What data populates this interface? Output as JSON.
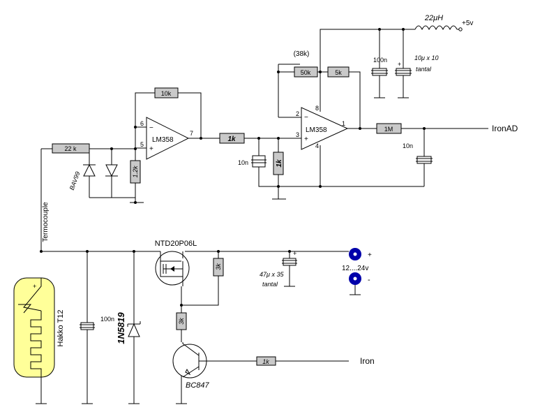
{
  "opamp1": {
    "name": "LM358",
    "pin6": "6",
    "pin5": "5",
    "pin7": "7",
    "minus": "−",
    "plus": "+"
  },
  "opamp2": {
    "name": "LM358",
    "pin2": "2",
    "pin3": "3",
    "pin1": "1",
    "pin8": "8",
    "pin4": "4",
    "minus": "−",
    "plus": "+"
  },
  "resistors": {
    "r22k": "22 k",
    "r10k": "10k",
    "r1k2": "1.2k",
    "r1k_a": "1k",
    "r1k_b": "1k",
    "r50k": "50k",
    "r50k_note": "(38k)",
    "r5k": "5k",
    "r1m": "1M",
    "r3k_gate": "3k",
    "r3k_base": "3k",
    "r1k_iron": "1k"
  },
  "capacitors": {
    "c10n_a": "10n",
    "c100n_top": "100n",
    "c10u": "10μ x 10",
    "c10u_type": "tantal",
    "c10n_b": "10n",
    "c100n_low": "100n",
    "c47u": "47μ x 35",
    "c47u_type": "tantal",
    "plus_sign_a": "+",
    "plus_sign_b": "+"
  },
  "inductor": {
    "value": "22μH"
  },
  "power": {
    "vcc5": "+5v",
    "supply": "12....24v",
    "plus": "+",
    "minus": "-"
  },
  "semis": {
    "diodes": "BAV99",
    "schottky": "1N5819",
    "mosfet": "NTD20P06L",
    "bjt": "BC847"
  },
  "nets": {
    "ironad": "IronAD",
    "iron": "Iron",
    "thermo": "Termocouple",
    "heater": "Hakko T12"
  }
}
